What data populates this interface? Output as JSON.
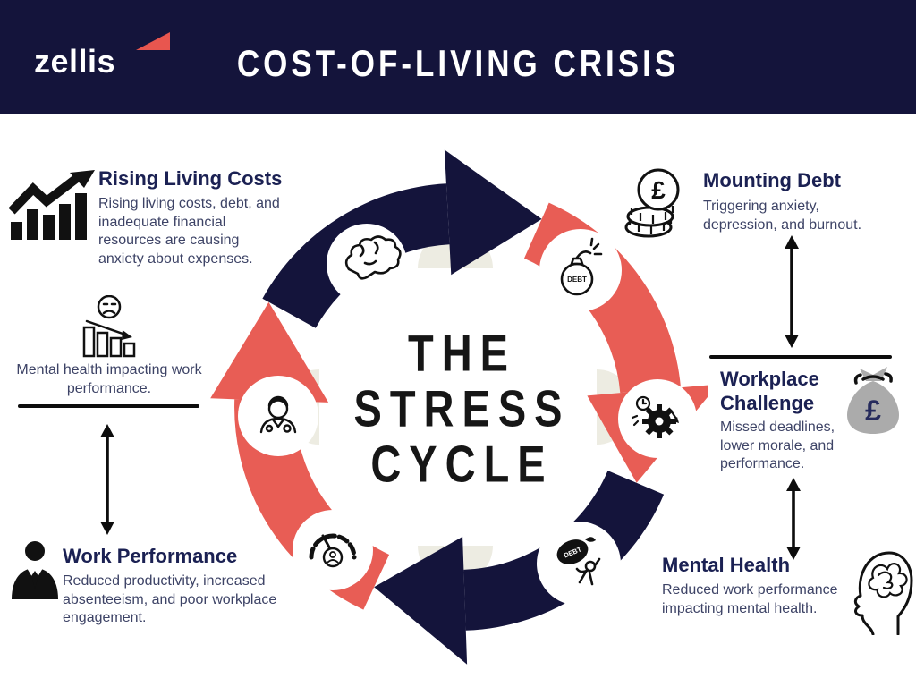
{
  "header": {
    "logo": "zellis",
    "title": "COST-OF-LIVING CRISIS"
  },
  "center": {
    "line1": "THE",
    "line2": "STRESS",
    "line3": "CYCLE"
  },
  "callouts": {
    "rising_living_costs": {
      "heading": "Rising Living Costs",
      "body": "Rising living costs, debt, and inadequate financial resources are causing anxiety about expenses."
    },
    "mounting_debt": {
      "heading": "Mounting Debt",
      "body": "Triggering anxiety, depression, and burnout."
    },
    "workplace_challenge": {
      "heading": "Workplace Challenge",
      "body": "Missed deadlines, lower morale, and performance."
    },
    "mental_health": {
      "heading": "Mental Health",
      "body": "Reduced work performance impacting mental health."
    },
    "work_performance": {
      "heading": "Work Performance",
      "body": "Reduced productivity, increased absenteeism, and poor workplace engagement."
    },
    "mental_health_note": {
      "body": "Mental health impacting work performance."
    }
  },
  "badge_labels": {
    "bomb": "DEBT",
    "sack": "DEBT"
  },
  "symbols": {
    "coin": "£",
    "bag": "£"
  },
  "colors": {
    "navy": "#14143b",
    "coral": "#e85d55",
    "beige": "#edece2",
    "heading_navy": "#1b2153",
    "body_text": "#3d4366",
    "ink": "#111111",
    "bag_gray": "#ababab"
  }
}
